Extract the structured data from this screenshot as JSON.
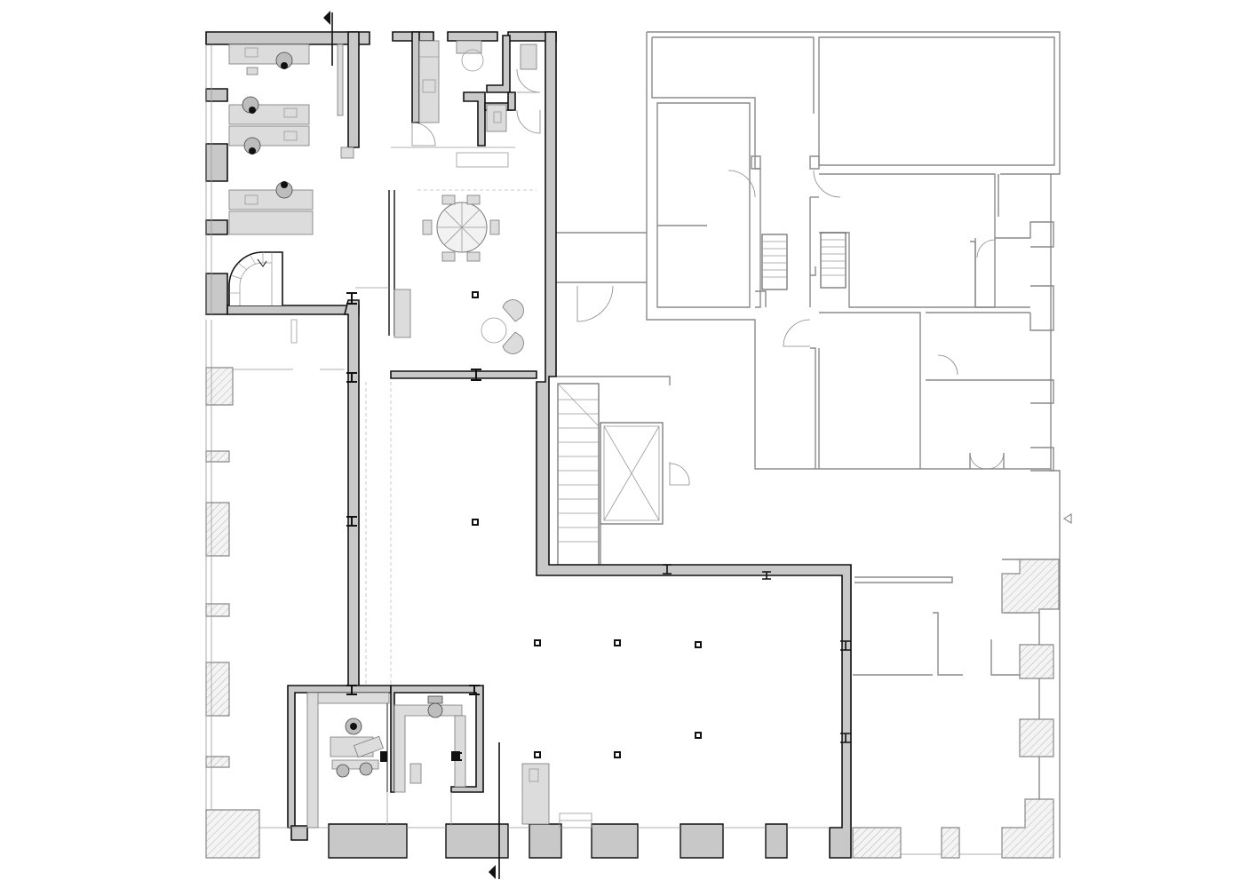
{
  "drawing": {
    "kind": "architectural floor plan",
    "labels": [],
    "colors": {
      "background": "#ffffff",
      "new_wall_fill": "#c8c8c8",
      "wall_stroke": "#111111",
      "existing_outline": "#8a8a8a",
      "furniture": "#dcdcdc"
    },
    "icons": [
      "section-marker-arrow",
      "column-marker",
      "entrance-marker-arrow"
    ]
  }
}
